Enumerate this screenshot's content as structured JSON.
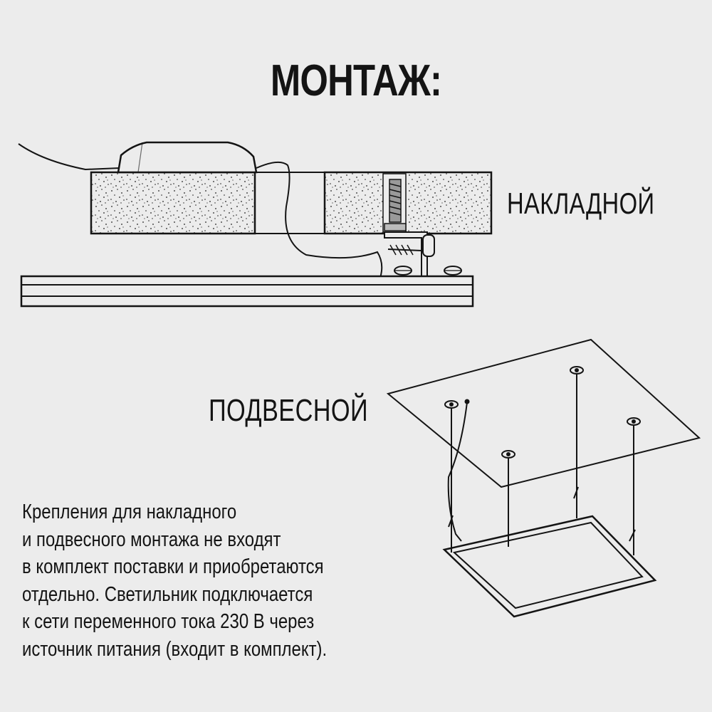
{
  "title": "МОНТАЖ:",
  "labels": {
    "overlay": "НАКЛАДНОЙ",
    "suspended": "ПОДВЕСНОЙ"
  },
  "note_lines": [
    "Крепления для накладного",
    "и подвесного монтажа не входят",
    "в комплект поставки и приобретаются",
    "отдельно. Светильник подключается",
    "к сети переменного тока 230 В через",
    "источник питания  (входит в комплект)."
  ]
}
